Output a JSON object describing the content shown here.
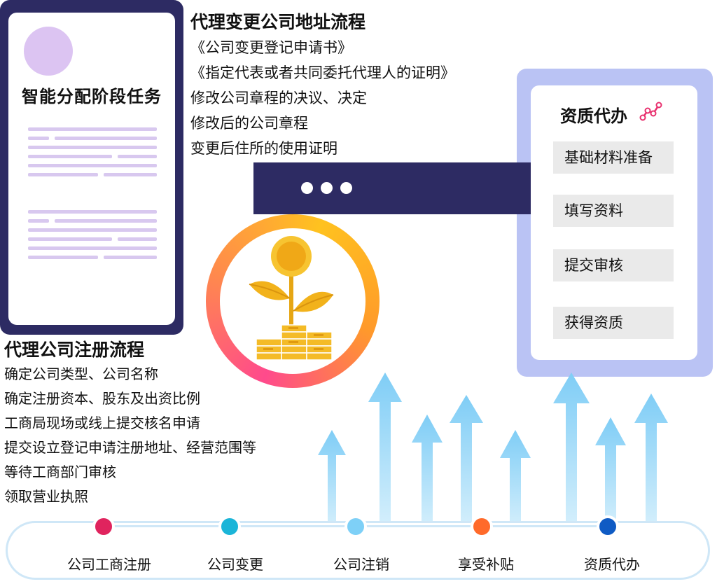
{
  "left_card": {
    "title": "智能分配阶段任务"
  },
  "address_change": {
    "title": "代理变更公司地址流程",
    "items": [
      "《公司变更登记申请书》",
      "《指定代表或者共同委托代理人的证明》",
      "修改公司章程的决议、决定",
      "修改后的公司章程",
      "变更后住所的使用证明"
    ]
  },
  "qualification": {
    "title": "资质代办",
    "steps": [
      "基础材料准备",
      "填写资料",
      "提交审核",
      "获得资质"
    ]
  },
  "registration": {
    "title": "代理公司注册流程",
    "items": [
      "确定公司类型、公司名称",
      "确定注册资本、股东及出资比例",
      "工商局现场或线上提交核名申请",
      "提交设立登记申请注册地址、经营范围等",
      "等待工商部门审核",
      "领取营业执照"
    ]
  },
  "nav": {
    "items": [
      {
        "label": "公司工商注册",
        "color": "#e0245e"
      },
      {
        "label": "公司变更",
        "color": "#1bb5d8"
      },
      {
        "label": "公司注销",
        "color": "#7ed0f7"
      },
      {
        "label": "享受补贴",
        "color": "#ff6a2a"
      },
      {
        "label": "资质代办",
        "color": "#0f5bc4"
      }
    ]
  },
  "colors": {
    "navy": "#2d2b63",
    "lavender": "#bac3f4",
    "arrow": "#8fd4f7",
    "gold": "#f2b21b"
  },
  "icons": [
    "link-nodes-icon",
    "money-tree-icon",
    "menu-dots-icon"
  ]
}
